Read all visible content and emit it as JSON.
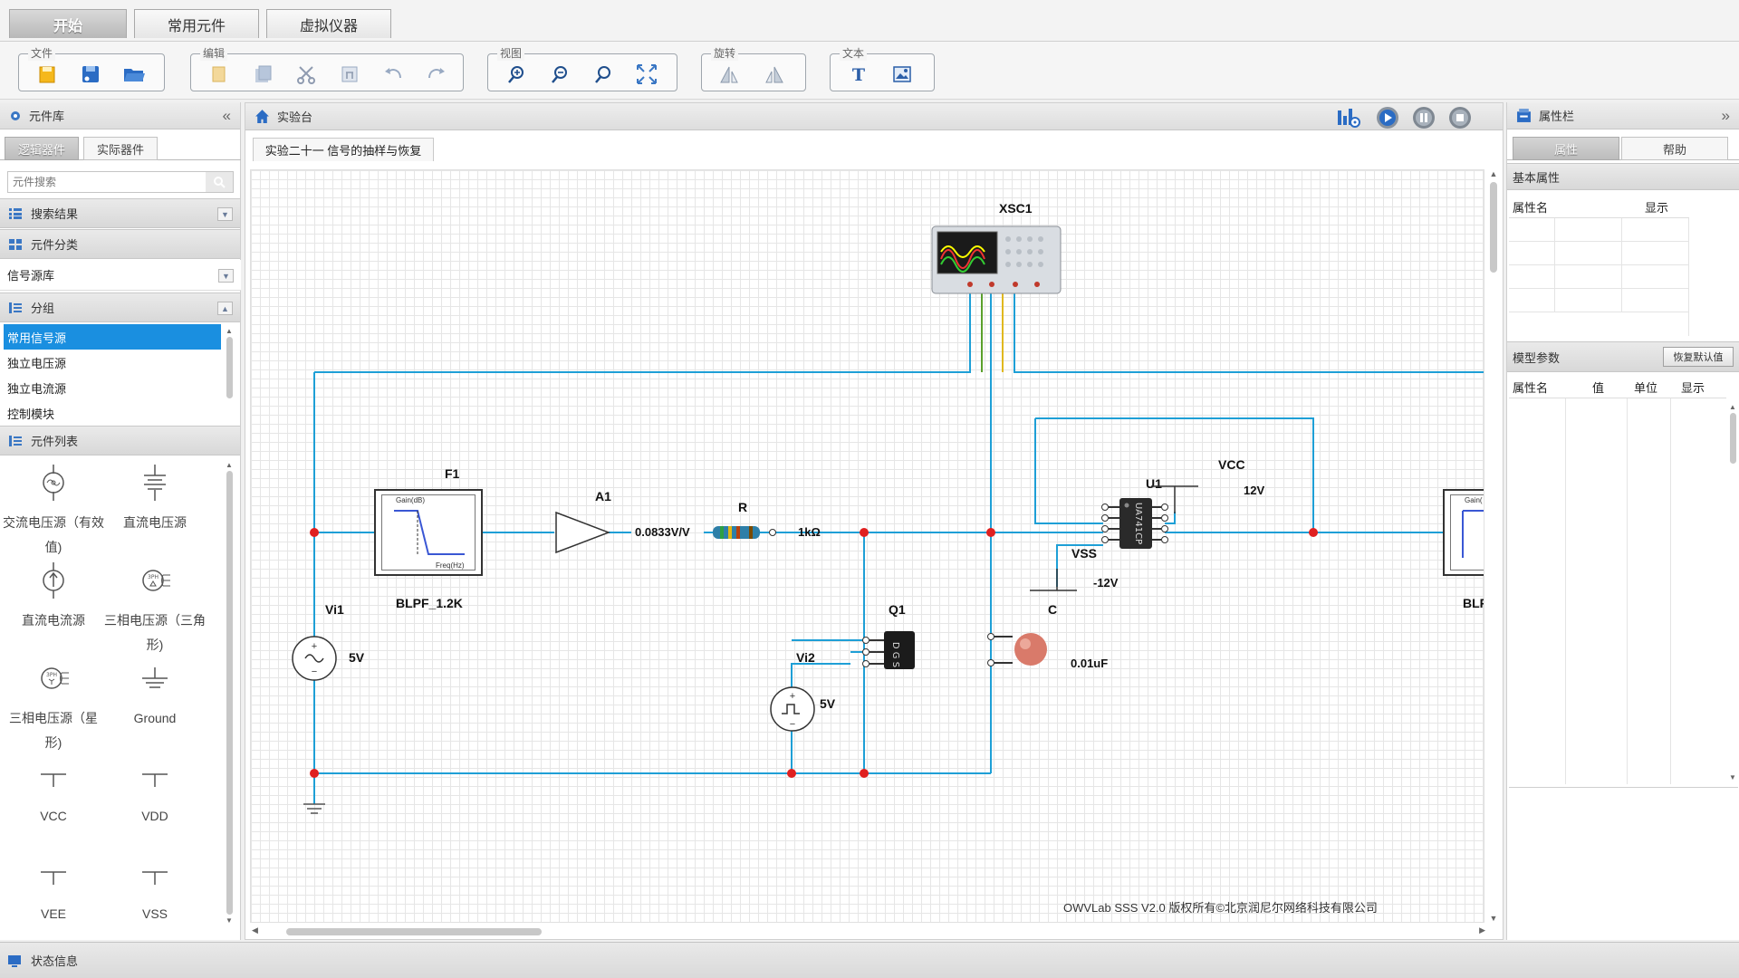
{
  "top_tabs": [
    "开始",
    "常用元件",
    "虚拟仪器"
  ],
  "ribbon": {
    "groups": [
      {
        "label": "文件",
        "icons": [
          "new-file-icon",
          "save-icon",
          "open-folder-icon"
        ]
      },
      {
        "label": "编辑",
        "icons": [
          "copy-icon",
          "paste-icon",
          "cut-icon",
          "delete-icon",
          "undo-icon",
          "redo-icon"
        ]
      },
      {
        "label": "视图",
        "icons": [
          "zoom-in-icon",
          "zoom-out-icon",
          "zoom-reset-icon",
          "fit-view-icon"
        ]
      },
      {
        "label": "旋转",
        "icons": [
          "rotate-flip-horizontal-icon",
          "rotate-flip-vertical-icon"
        ]
      },
      {
        "label": "文本",
        "icons": [
          "text-tool-icon",
          "image-insert-icon"
        ]
      }
    ]
  },
  "left_panel": {
    "title": "元件库",
    "collapse": "«",
    "tabs": [
      "逻辑器件",
      "实际器件"
    ],
    "search_placeholder": "元件搜索",
    "sections": {
      "search_results": "搜索结果",
      "category": "元件分类",
      "category_value": "信号源库",
      "group": "分组",
      "component_list": "元件列表"
    },
    "groups": [
      "常用信号源",
      "独立电压源",
      "独立电流源",
      "控制模块"
    ],
    "components": [
      {
        "label": "交流电压源（有效值)",
        "icon": "ac-voltage-source-icon"
      },
      {
        "label": "直流电压源",
        "icon": "dc-voltage-source-icon"
      },
      {
        "label": "直流电流源",
        "icon": "dc-current-source-icon"
      },
      {
        "label": "三相电压源（三角形)",
        "icon": "three-phase-delta-source-icon"
      },
      {
        "label": "三相电压源（星形)",
        "icon": "three-phase-star-source-icon"
      },
      {
        "label": "Ground",
        "icon": "ground-icon"
      },
      {
        "label": "VCC",
        "icon": "vcc-icon"
      },
      {
        "label": "VDD",
        "icon": "vdd-icon"
      },
      {
        "label": "VEE",
        "icon": "vee-icon"
      },
      {
        "label": "VSS",
        "icon": "vss-icon"
      }
    ]
  },
  "workbench": {
    "title": "实验台",
    "doc_tab": "实验二十一 信号的抽样与恢复",
    "controls": [
      "analysis-icon",
      "play-icon",
      "pause-icon",
      "stop-icon"
    ],
    "copyright": "OWVLab SSS V2.0 版权所有©北京润尼尔网络科技有限公司"
  },
  "circuit": {
    "oscilloscope": "XSC1",
    "filter1_name": "F1",
    "filter1_value": "BLPF_1.2K",
    "filter_gain": "Gain(dB)",
    "filter_freq": "Freq(Hz)",
    "amp_name": "A1",
    "amp_value": "0.0833V/V",
    "resistor_name": "R",
    "resistor_value": "1kΩ",
    "source1_name": "Vi1",
    "source1_value": "5V",
    "transistor_name": "Q1",
    "source2_name": "Vi2",
    "source2_value": "5V",
    "cap_name": "C",
    "cap_value": "0.01uF",
    "opamp_name": "U1",
    "opamp_chip": "UA741CP",
    "vcc_name": "VCC",
    "vcc_value": "12V",
    "vss_name": "VSS",
    "vss_value": "-12V",
    "filter2_partial": "BLP",
    "filter2_gain_partial": "Gain("
  },
  "right_panel": {
    "title": "属性栏",
    "collapse": "»",
    "tabs": [
      "属性",
      "帮助"
    ],
    "basic_section": "基本属性",
    "basic_cols": [
      "属性名",
      "显示"
    ],
    "model_section": "模型参数",
    "restore_button": "恢复默认值",
    "model_cols": [
      "属性名",
      "值",
      "单位",
      "显示"
    ]
  },
  "status_bar": "状态信息",
  "colors": {
    "wire": "#1e9fd6",
    "node": "#e02020",
    "selected": "#1a8fe0",
    "green_wire": "#5aa02c",
    "yellow_wire": "#e0b81e"
  }
}
